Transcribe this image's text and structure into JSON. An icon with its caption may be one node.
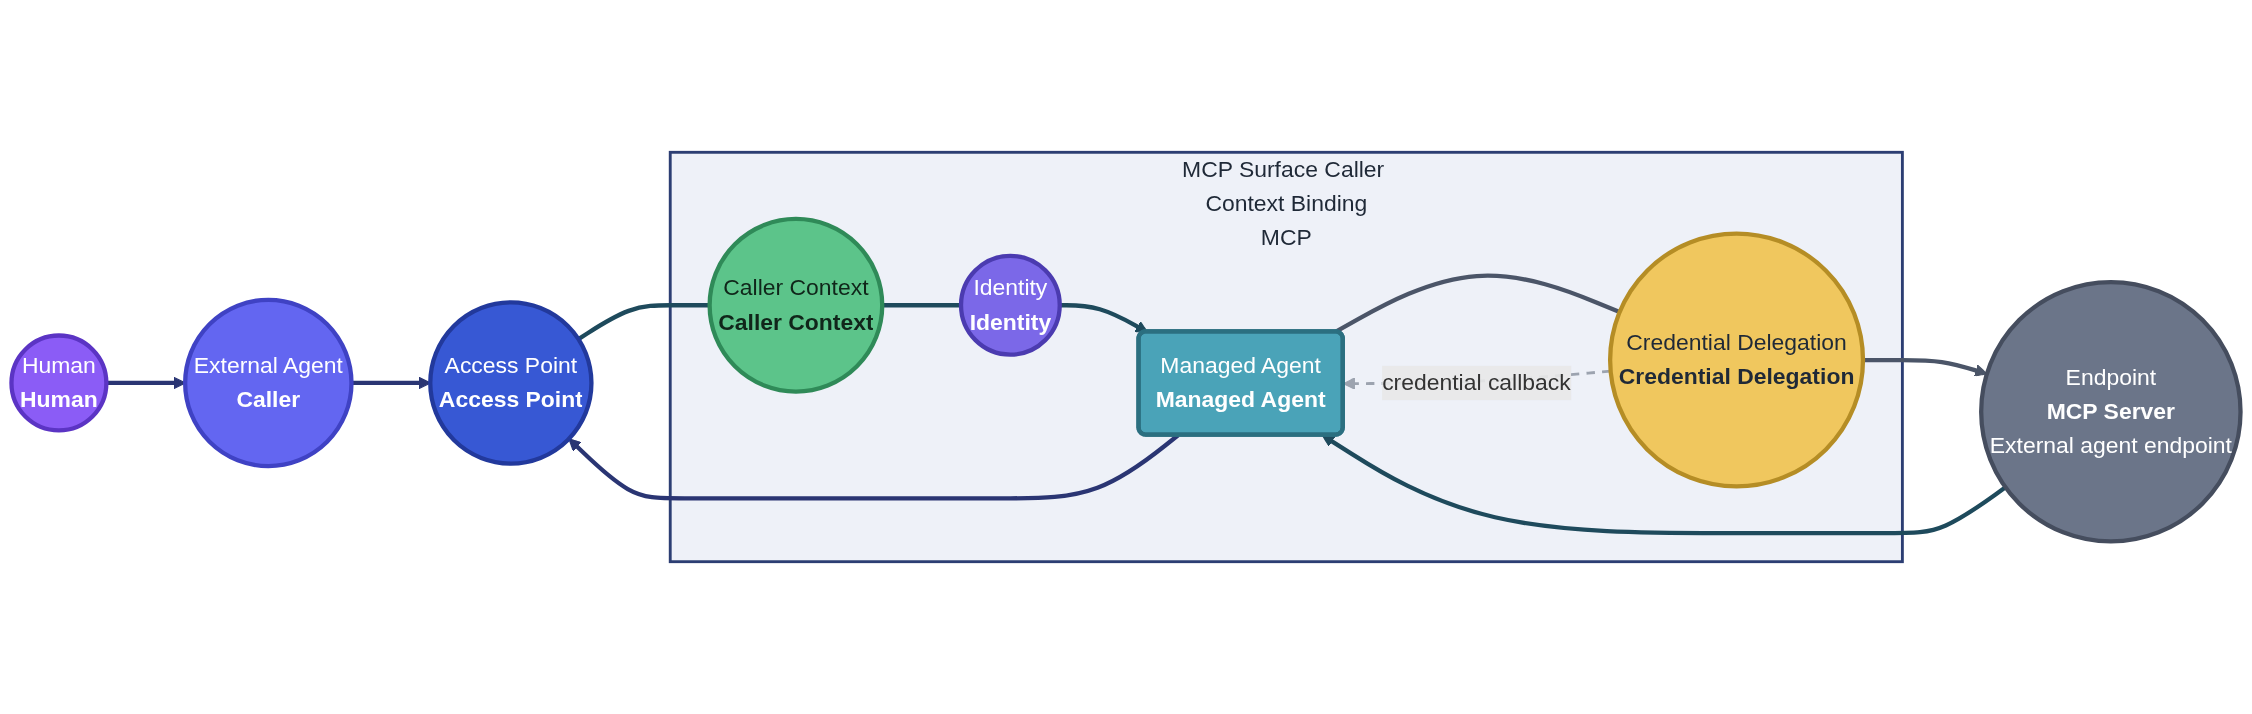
{
  "diagram": {
    "nodes": [
      {
        "text": [
          "Human",
          "Human"
        ]
      },
      {
        "text": [
          "External Agent",
          "Caller"
        ]
      },
      {
        "text": [
          "Access Point",
          "Access Point"
        ]
      },
      {
        "text": [
          "MCP Surface Caller Context Binding",
          "MCP"
        ]
      },
      {
        "text": [
          "Caller Context",
          "Caller Context"
        ],
        "in": 3
      },
      {
        "text": [
          "Identity",
          "Identity"
        ],
        "in": 3
      },
      {
        "text": [
          "Managed Agent",
          "Managed Agent"
        ],
        "in": 3
      },
      {
        "text": [
          "Credential Delegation",
          "Credential Delegation"
        ],
        "in": 3
      },
      {
        "text": [
          "Endpoint",
          "MCP Server",
          "External agent endpoint"
        ]
      }
    ],
    "edges": [
      {
        "from": 0,
        "to": 1,
        "arrow": "to",
        "color": "#2a3573"
      },
      {
        "from": 1,
        "to": 2,
        "arrow": "to",
        "color": "#2a3573"
      },
      {
        "from": 2,
        "to": 4,
        "arrow": "none"
      },
      {
        "from": 4,
        "to": 5,
        "arrow": "none"
      },
      {
        "from": 5,
        "to": 6,
        "arrow": "to"
      },
      {
        "from": 6,
        "to": 2,
        "arrow": "to",
        "color": "#2a3573"
      },
      {
        "from": 6,
        "to": 7,
        "arrow": "none",
        "color": "#4b5568"
      },
      {
        "from": 7,
        "to": 8,
        "arrow": "to",
        "color": "#4b5568"
      },
      {
        "from": 8,
        "to": 6,
        "arrow": "to"
      },
      {
        "from": 7,
        "to": 6,
        "arrow": "to",
        "label": "credential callback",
        "style": "dashed",
        "color": "#9ca3af"
      }
    ]
  }
}
